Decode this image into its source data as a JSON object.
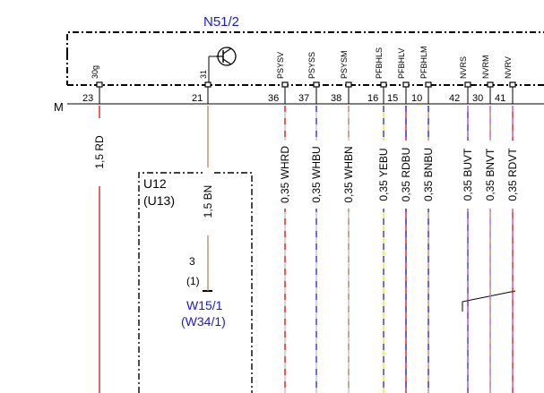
{
  "component": {
    "label": "N51/2"
  },
  "ground_bar": {
    "label": "M"
  },
  "colors": {
    "component_label": "#1a1acc",
    "text": "#000000",
    "RD": "#e01010",
    "BN": "#b8865a",
    "WH": "#bdbdbd",
    "BU": "#2a2ad6",
    "YE": "#f2e600",
    "VT": "#c46ad8"
  },
  "pins": [
    {
      "pin": "23",
      "signal": "30g",
      "wire": "1,5 RD"
    },
    {
      "pin": "21",
      "signal": "31",
      "wire": "1,5 BN"
    },
    {
      "pin": "36",
      "signal": "PSYSV",
      "wire": "0,35 WHRD"
    },
    {
      "pin": "37",
      "signal": "PSYSS",
      "wire": "0,35 WHBU"
    },
    {
      "pin": "38",
      "signal": "PSYSM",
      "wire": "0,35 WHBN"
    },
    {
      "pin": "16",
      "signal": "PFBHLS",
      "wire": "0,35 YEBU"
    },
    {
      "pin": "15",
      "signal": "PFBHLV",
      "wire": "0,35 RDBU"
    },
    {
      "pin": "10",
      "signal": "PFBHLM",
      "wire": "0,35 BNBU"
    },
    {
      "pin": "42",
      "signal": "NVRS",
      "wire": "0,35 BUVT"
    },
    {
      "pin": "30",
      "signal": "NVRM",
      "wire": "0,35 BNVT"
    },
    {
      "pin": "41",
      "signal": "NVRV",
      "wire": "0,35 RDVT"
    }
  ],
  "splice": {
    "label": "U12",
    "alt_label": "(U13)",
    "pin": "3",
    "alt_pin": "(1)"
  },
  "ground_point": {
    "label": "W15/1",
    "alt_label": "(W34/1)"
  }
}
